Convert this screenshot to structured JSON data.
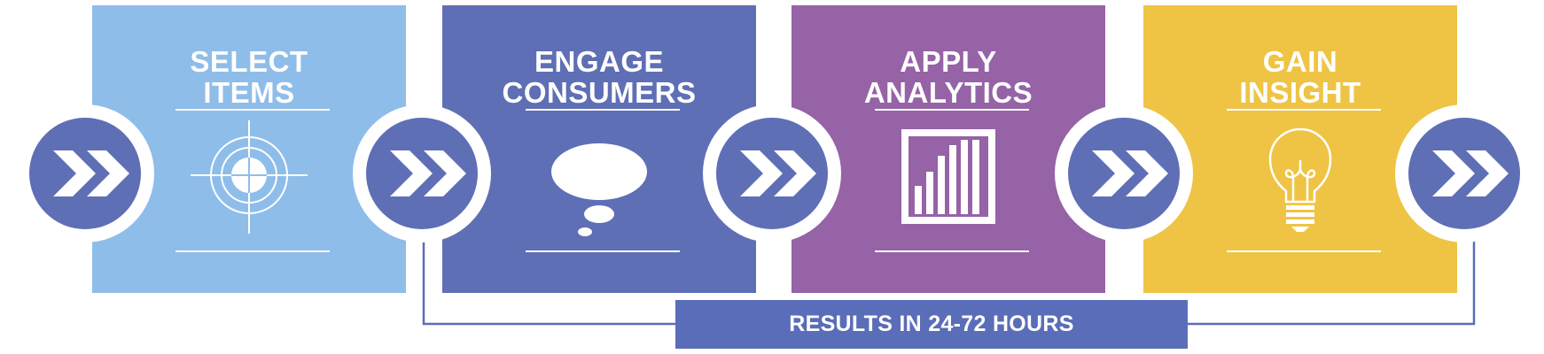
{
  "colors": {
    "select": "#8fbde9",
    "engage": "#5f6fb5",
    "apply": "#9563a6",
    "gain": "#efc444",
    "connector": "#5f6fb5",
    "badge": "#5a6db8",
    "line": "#5a6db8"
  },
  "steps": [
    {
      "line1": "SELECT",
      "line2": "ITEMS",
      "icon": "crosshair-icon"
    },
    {
      "line1": "ENGAGE",
      "line2": "CONSUMERS",
      "icon": "speech-bubble-icon"
    },
    {
      "line1": "APPLY",
      "line2": "ANALYTICS",
      "icon": "bar-chart-icon"
    },
    {
      "line1": "GAIN",
      "line2": "INSIGHT",
      "icon": "lightbulb-icon"
    }
  ],
  "connector_icon": "double-chevron-icon",
  "results": {
    "label": "RESULTS IN 24-72 HOURS"
  }
}
